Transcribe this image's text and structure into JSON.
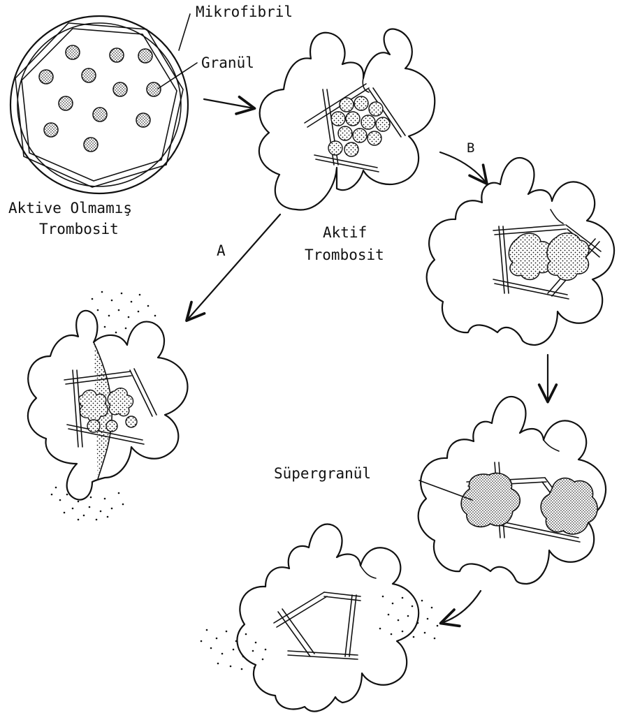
{
  "labels": {
    "mikrofibril": "Mikrofibril",
    "granul": "Granül",
    "inactive_line1": "Aktive Olmamış",
    "inactive_line2": "Trombosit",
    "active_line1": "Aktif",
    "active_line2": "Trombosit",
    "path_a": "A",
    "path_b": "B",
    "supergranul": "Süpergranül"
  },
  "colors": {
    "ink": "#111111",
    "background": "#ffffff"
  }
}
